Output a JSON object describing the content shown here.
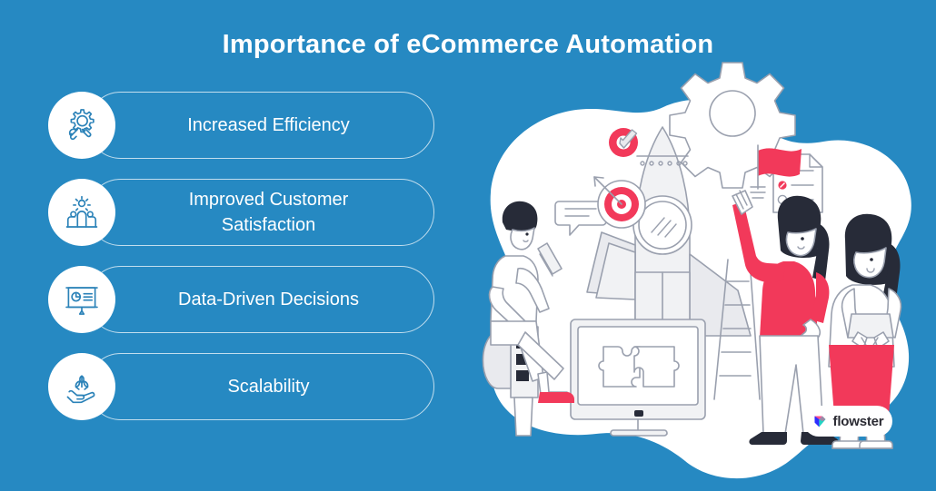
{
  "page": {
    "title": "Importance of eCommerce Automation",
    "background_color": "#2689c2",
    "text_color": "#ffffff",
    "accent_red": "#f2395a",
    "icon_blue": "#2b82b8"
  },
  "features": [
    {
      "label": "Increased Efficiency",
      "icon": "gear-tools-icon"
    },
    {
      "label": "Improved Customer\nSatisfaction",
      "icon": "customer-group-icon"
    },
    {
      "label": "Data-Driven Decisions",
      "icon": "presentation-chart-icon"
    },
    {
      "label": "Scalability",
      "icon": "hand-plant-growth-icon"
    }
  ],
  "illustration": {
    "name": "rocket-launch-teamwork-illustration",
    "elements": [
      "white-blob-background",
      "rocket",
      "gear",
      "check-badge",
      "target-dartboard",
      "speech-bubble",
      "person-sitting-with-phone",
      "person-with-red-flag",
      "person-standing",
      "checklist-document",
      "ladder",
      "monitor-with-puzzle-pieces"
    ]
  },
  "logo": {
    "text": "flowster",
    "mark": "flowster-arrow-icon",
    "mark_colors": [
      "#ff4d8d",
      "#2d2dff",
      "#22d3c5"
    ]
  }
}
